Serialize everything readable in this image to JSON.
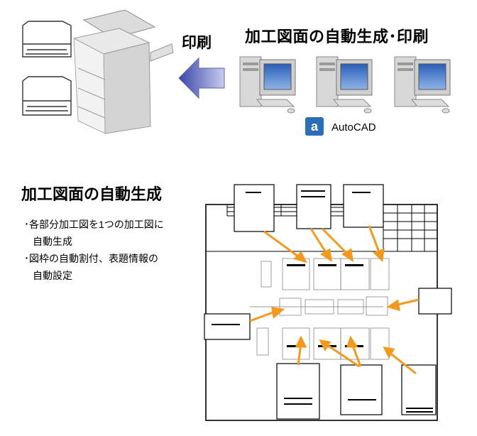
{
  "header": {
    "title": "加工図面の自動生成･印刷",
    "print_label": "印刷",
    "software_label": "AutoCAD"
  },
  "section": {
    "title": "加工図面の自動生成",
    "bullets": [
      {
        "line1": "･各部分加工図を1つの加工図に",
        "line2": "自動生成"
      },
      {
        "line1": "･図枠の自動割付、表題情報の",
        "line2": "自動設定"
      }
    ]
  },
  "colors": {
    "arrow_orange": "#f39a1e",
    "print_arrow_blue": "#4a57b8",
    "logo_blue": "#2a6fb5"
  },
  "icons": [
    "printer-icon",
    "paper-stack-icon",
    "desktop-computer-icon",
    "autocad-logo-icon"
  ]
}
